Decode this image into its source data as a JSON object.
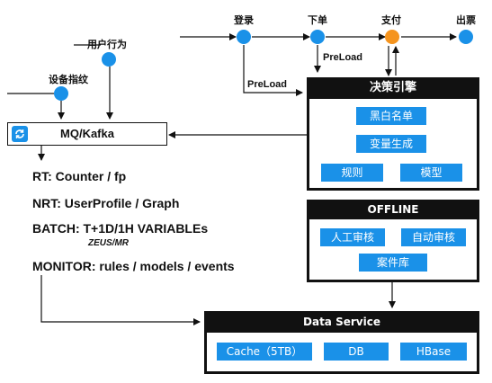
{
  "flow": {
    "login": "登录",
    "order": "下单",
    "pay": "支付",
    "ticket": "出票",
    "user_behavior": "用户行为",
    "device_fingerprint": "设备指纹",
    "preload_a": "PreLoad",
    "preload_b": "PreLoad"
  },
  "mq": {
    "label": "MQ/Kafka"
  },
  "layers": {
    "rt": "RT: Counter / fp",
    "nrt": "NRT: UserProfile / Graph",
    "batch": "BATCH: T+1D/1H VARIABLEs",
    "batch_sub": "ZEUS/MR",
    "monitor": "MONITOR: rules / models / events"
  },
  "decision": {
    "title": "决策引擎",
    "blackwhite": "黑白名单",
    "variables": "变量生成",
    "rules": "规则",
    "model": "模型"
  },
  "offline": {
    "title": "OFFLINE",
    "manual": "人工审核",
    "auto": "自动审核",
    "case": "案件库"
  },
  "data_service": {
    "title": "Data Service",
    "cache": "Cache（5TB）",
    "db": "DB",
    "hbase": "HBase"
  },
  "colors": {
    "node": "#1a91e8",
    "pay_node": "#f5941e",
    "header": "#111111",
    "button": "#1a91e8"
  }
}
